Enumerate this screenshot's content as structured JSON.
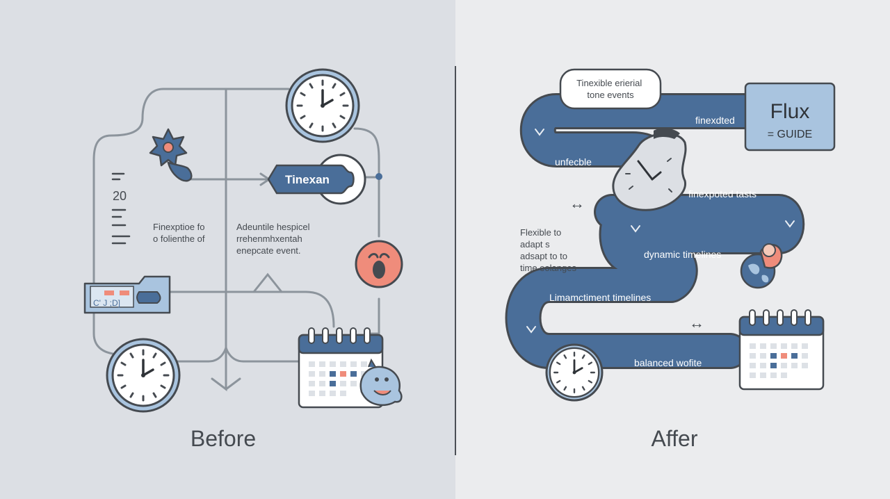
{
  "left": {
    "caption": "Before",
    "tag_label": "Tinexan",
    "number_label": "20",
    "note_a": [
      "Finexptioe fo",
      "o folienthe of"
    ],
    "note_b": [
      "Adeuntile hespicel",
      "rrehenmhxentah",
      "enepcate event."
    ],
    "folder_text": "C' J ;D]"
  },
  "right": {
    "caption": "Affer",
    "brand": {
      "title": "Flux",
      "subtitle": "= GUIDE"
    },
    "bubble_text": [
      "Tinexible erierial",
      "tone events"
    ],
    "road_labels": {
      "top": "finexdted",
      "left": "unfecble",
      "middle": "finexpoted tasts",
      "dynamic": "dynamic timelines",
      "lower": "Limamctiment timelines",
      "bottom": "balanced wofite"
    },
    "side_note": [
      "Flexible to",
      "adapt s",
      "adsapt to to",
      "time eolanges"
    ],
    "arrow_glyph": "↔"
  },
  "colors": {
    "navy": "#4a6e99",
    "line": "#8c949c",
    "salmon": "#ef8c7b",
    "light_blue": "#a9c4df",
    "dark_text": "#454a50"
  }
}
